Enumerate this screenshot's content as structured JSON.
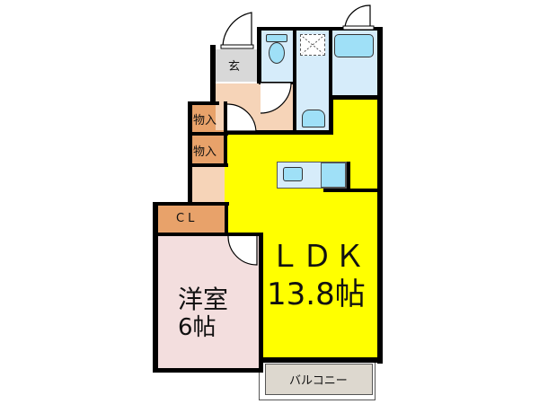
{
  "floor_plan": {
    "colors": {
      "ldk": "#ffff00",
      "western_room": "#f3dede",
      "storage": "#e8a26a",
      "hallway": "#f6d4b8",
      "entrance": "#d8d8d8",
      "wet_area": "#d6ecfa",
      "fixture": "#9fe0f7",
      "balcony": "#ddd8cf",
      "wall": "#000000"
    },
    "rooms": {
      "entrance": {
        "label": "玄"
      },
      "storage_1": {
        "label": "物入"
      },
      "storage_2": {
        "label": "物入"
      },
      "closet": {
        "label": "CL"
      },
      "western_room": {
        "name": "洋室",
        "size": "6帖"
      },
      "ldk": {
        "name": "ＬＤＫ",
        "size": "13.8帖"
      },
      "balcony": {
        "label": "バルコニー"
      }
    },
    "fixtures": [
      "toilet-icon",
      "washbasin-icon",
      "washing-machine-pan-icon",
      "bathtub-icon",
      "kitchen-sink-icon",
      "stove-icon"
    ]
  }
}
